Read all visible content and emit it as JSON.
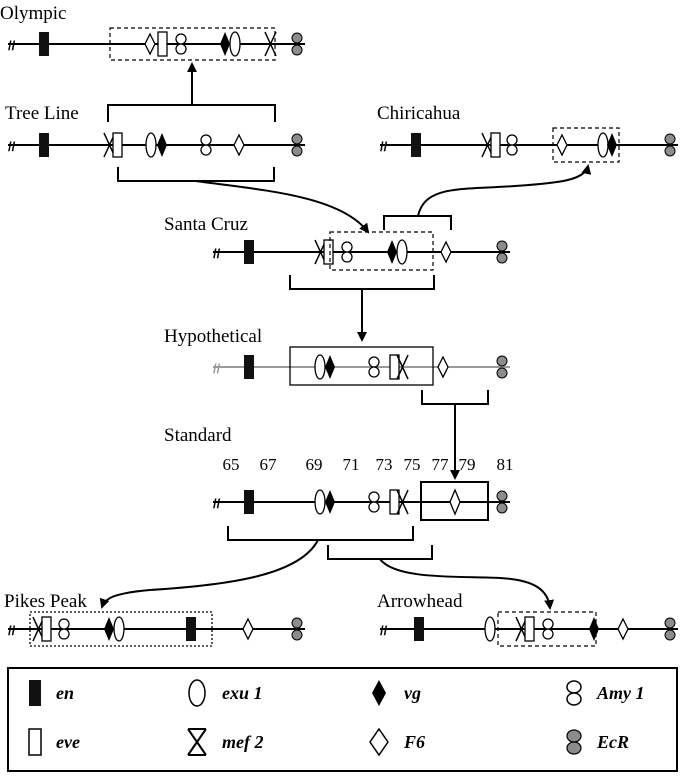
{
  "arrangements": {
    "olympic": "Olympic",
    "tree_line": "Tree Line",
    "chiricahua": "Chiricahua",
    "santa_cruz": "Santa Cruz",
    "hypothetical": "Hypothetical",
    "standard": "Standard",
    "pikes_peak": "Pikes Peak",
    "arrowhead": "Arrowhead"
  },
  "map_positions": [
    "65",
    "67",
    "69",
    "71",
    "73",
    "75",
    "77",
    "79",
    "81"
  ],
  "legend": {
    "en": "en",
    "eve": "eve",
    "exu1": "exu 1",
    "mef2": "mef 2",
    "vg": "vg",
    "f6": "F6",
    "amy1": "Amy 1",
    "ecr": "EcR"
  },
  "colors": {
    "line": "#000000",
    "hypothetical_line": "#999999",
    "ecr_fill": "#8c8c8c",
    "en_fill": "#111111"
  }
}
